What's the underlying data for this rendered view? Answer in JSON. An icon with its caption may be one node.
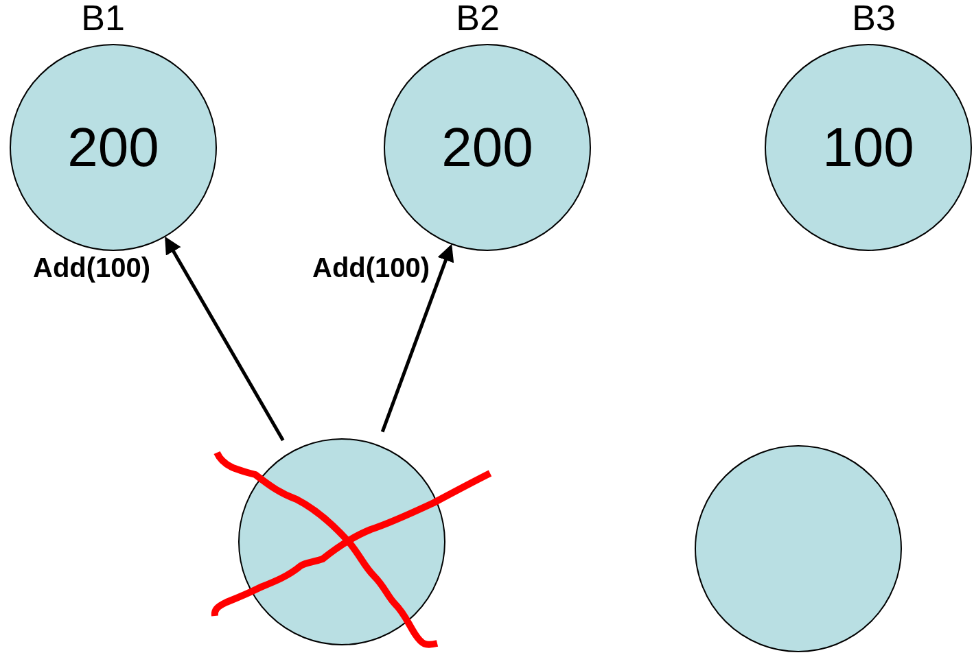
{
  "diagram": {
    "nodes": [
      {
        "text": [
          "B1",
          "200"
        ]
      },
      {
        "text": [
          "B2",
          "200"
        ]
      },
      {
        "text": [
          "B3",
          "100"
        ]
      },
      {
        "text": [],
        "shape": "circle"
      },
      {
        "text": [],
        "shape": "circle"
      }
    ],
    "edges": [
      {
        "from": 3,
        "to": 0,
        "arrow": "to",
        "label": "Add(100)"
      },
      {
        "from": 3,
        "to": 1,
        "arrow": "to",
        "label": "Add(100)"
      }
    ]
  }
}
